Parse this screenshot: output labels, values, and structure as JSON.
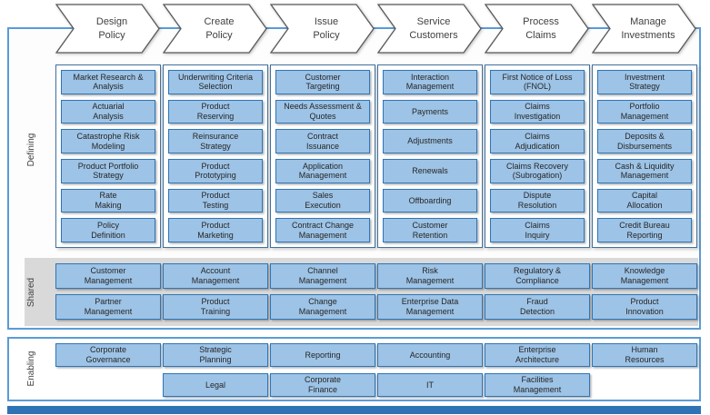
{
  "lanes": {
    "defining": "Defining",
    "shared": "Shared",
    "enabling": "Enabling"
  },
  "columns": [
    {
      "header": "Design\nPolicy",
      "defining": [
        "Market Research &\nAnalysis",
        "Actuarial\nAnalysis",
        "Catastrophe Risk\nModeling",
        "Product Portfolio\nStrategy",
        "Rate\nMaking",
        "Policy\nDefinition"
      ],
      "shared": [
        "Customer\nManagement",
        "Partner\nManagement"
      ],
      "enabling": [
        "Corporate\nGovernance"
      ]
    },
    {
      "header": "Create\nPolicy",
      "defining": [
        "Underwriting Criteria\nSelection",
        "Product\nReserving",
        "Reinsurance\nStrategy",
        "Product\nPrototyping",
        "Product\nTesting",
        "Product\nMarketing"
      ],
      "shared": [
        "Account\nManagement",
        "Product\nTraining"
      ],
      "enabling": [
        "Strategic\nPlanning",
        "Legal"
      ]
    },
    {
      "header": "Issue\nPolicy",
      "defining": [
        "Customer\nTargeting",
        "Needs Assessment &\nQuotes",
        "Contract\nIssuance",
        "Application\nManagement",
        "Sales\nExecution",
        "Contract Change\nManagement"
      ],
      "shared": [
        "Channel\nManagement",
        "Change\nManagement"
      ],
      "enabling": [
        "Reporting",
        "Corporate\nFinance"
      ]
    },
    {
      "header": "Service\nCustomers",
      "defining": [
        "Interaction\nManagement",
        "Payments",
        "Adjustments",
        "Renewals",
        "Offboarding",
        "Customer\nRetention"
      ],
      "shared": [
        "Risk\nManagement",
        "Enterprise Data\nManagement"
      ],
      "enabling": [
        "Accounting",
        "IT"
      ]
    },
    {
      "header": "Process\nClaims",
      "defining": [
        "First Notice of Loss\n(FNOL)",
        "Claims\nInvestigation",
        "Claims\nAdjudication",
        "Claims Recovery\n(Subrogation)",
        "Dispute\nResolution",
        "Claims\nInquiry"
      ],
      "shared": [
        "Regulatory &\nCompliance",
        "Fraud\nDetection"
      ],
      "enabling": [
        "Enterprise\nArchitecture",
        "Facilities\nManagement"
      ]
    },
    {
      "header": "Manage\nInvestments",
      "defining": [
        "Investment\nStrategy",
        "Portfolio\nManagement",
        "Deposits &\nDisbursements",
        "Cash & Liquidity\nManagement",
        "Capital\nAllocation",
        "Credit Bureau\nReporting"
      ],
      "shared": [
        "Knowledge\nManagement",
        "Product\nInnovation"
      ],
      "enabling": [
        "Human\nResources"
      ]
    }
  ],
  "colors": {
    "box_fill": "#9dc3e6",
    "box_border": "#2e75b6",
    "frame_border": "#5b9bd5",
    "shared_band_bg": "#d9d9d9",
    "bottom_bar": "#2e74b5",
    "chevron_fill": "#ffffff",
    "chevron_border": "#595959"
  }
}
